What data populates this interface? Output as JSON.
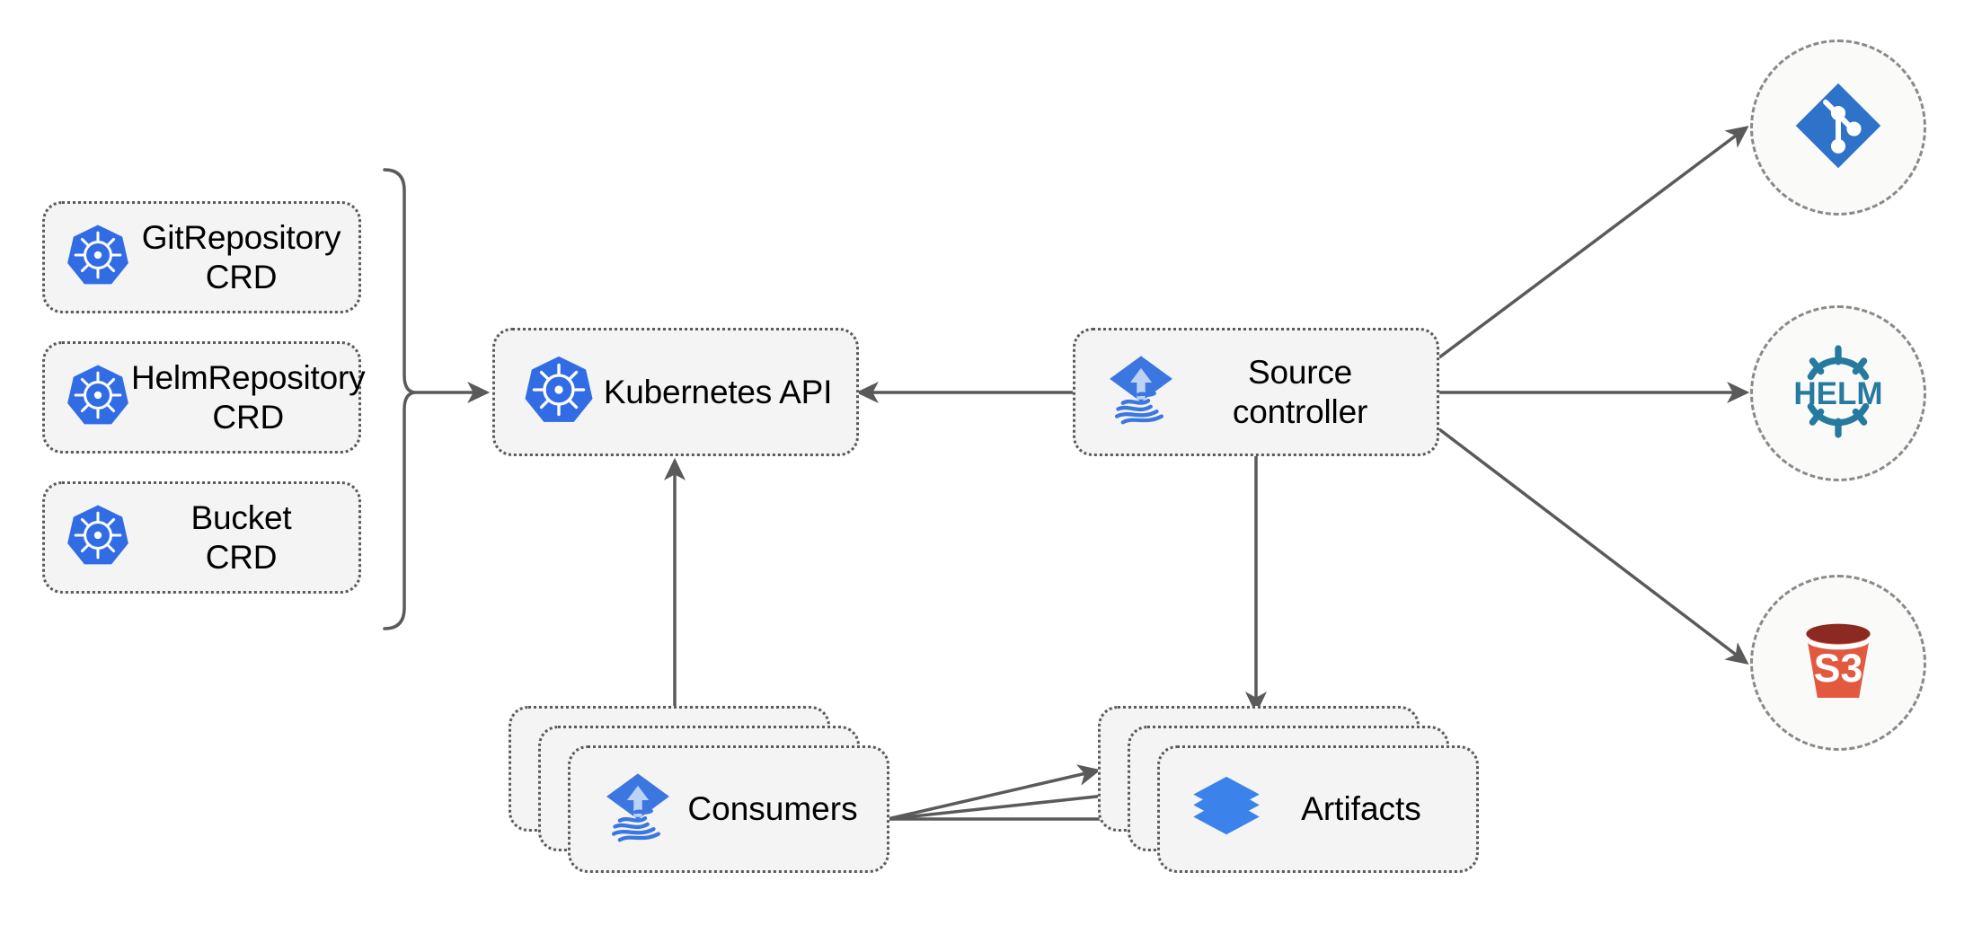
{
  "diagram": {
    "title": "Flux source-controller architecture",
    "background_color": "#ffffff",
    "box_fill": "#f4f4f4",
    "box_border_color": "#5a5a5a",
    "edge_color": "#5a5a5a",
    "accent_blue": "#3b76e1",
    "k8s_blue": "#326ce5",
    "helm_teal": "#277a9f",
    "s3_red": "#e2593f",
    "s3_rim": "#8c2a21"
  },
  "crds": [
    {
      "label": "GitRepository\nCRD",
      "icon": "kubernetes-icon"
    },
    {
      "label": "HelmRepository\nCRD",
      "icon": "kubernetes-icon"
    },
    {
      "label": "Bucket\nCRD",
      "icon": "kubernetes-icon"
    }
  ],
  "nodes": {
    "kubernetes_api": {
      "label": "Kubernetes API",
      "icon": "kubernetes-icon"
    },
    "source_controller": {
      "label": "Source\ncontroller",
      "icon": "flux-icon"
    },
    "consumers": {
      "label": "Consumers",
      "icon": "flux-icon",
      "stack_count": 3
    },
    "artifacts": {
      "label": "Artifacts",
      "icon": "layers-icon",
      "stack_count": 3
    }
  },
  "external_sources": [
    {
      "name": "git",
      "icon": "git-icon",
      "label": ""
    },
    {
      "name": "helm",
      "icon": "helm-icon",
      "label": "HELM"
    },
    {
      "name": "s3",
      "icon": "s3-bucket-icon",
      "label": "S3"
    }
  ],
  "edges": [
    {
      "from": "crd-group-brace",
      "to": "kubernetes-api",
      "direction": "right"
    },
    {
      "from": "source-controller",
      "to": "kubernetes-api",
      "direction": "left"
    },
    {
      "from": "source-controller",
      "to": "git-circle",
      "direction": "up-right"
    },
    {
      "from": "source-controller",
      "to": "helm-circle",
      "direction": "right"
    },
    {
      "from": "source-controller",
      "to": "s3-circle",
      "direction": "down-right"
    },
    {
      "from": "source-controller",
      "to": "artifacts",
      "direction": "down"
    },
    {
      "from": "consumers",
      "to": "kubernetes-api",
      "direction": "up"
    },
    {
      "from": "consumers",
      "to": "artifacts",
      "direction": "right"
    },
    {
      "from": "consumers",
      "to": "artifacts",
      "direction": "right"
    },
    {
      "from": "consumers",
      "to": "artifacts",
      "direction": "right"
    }
  ]
}
